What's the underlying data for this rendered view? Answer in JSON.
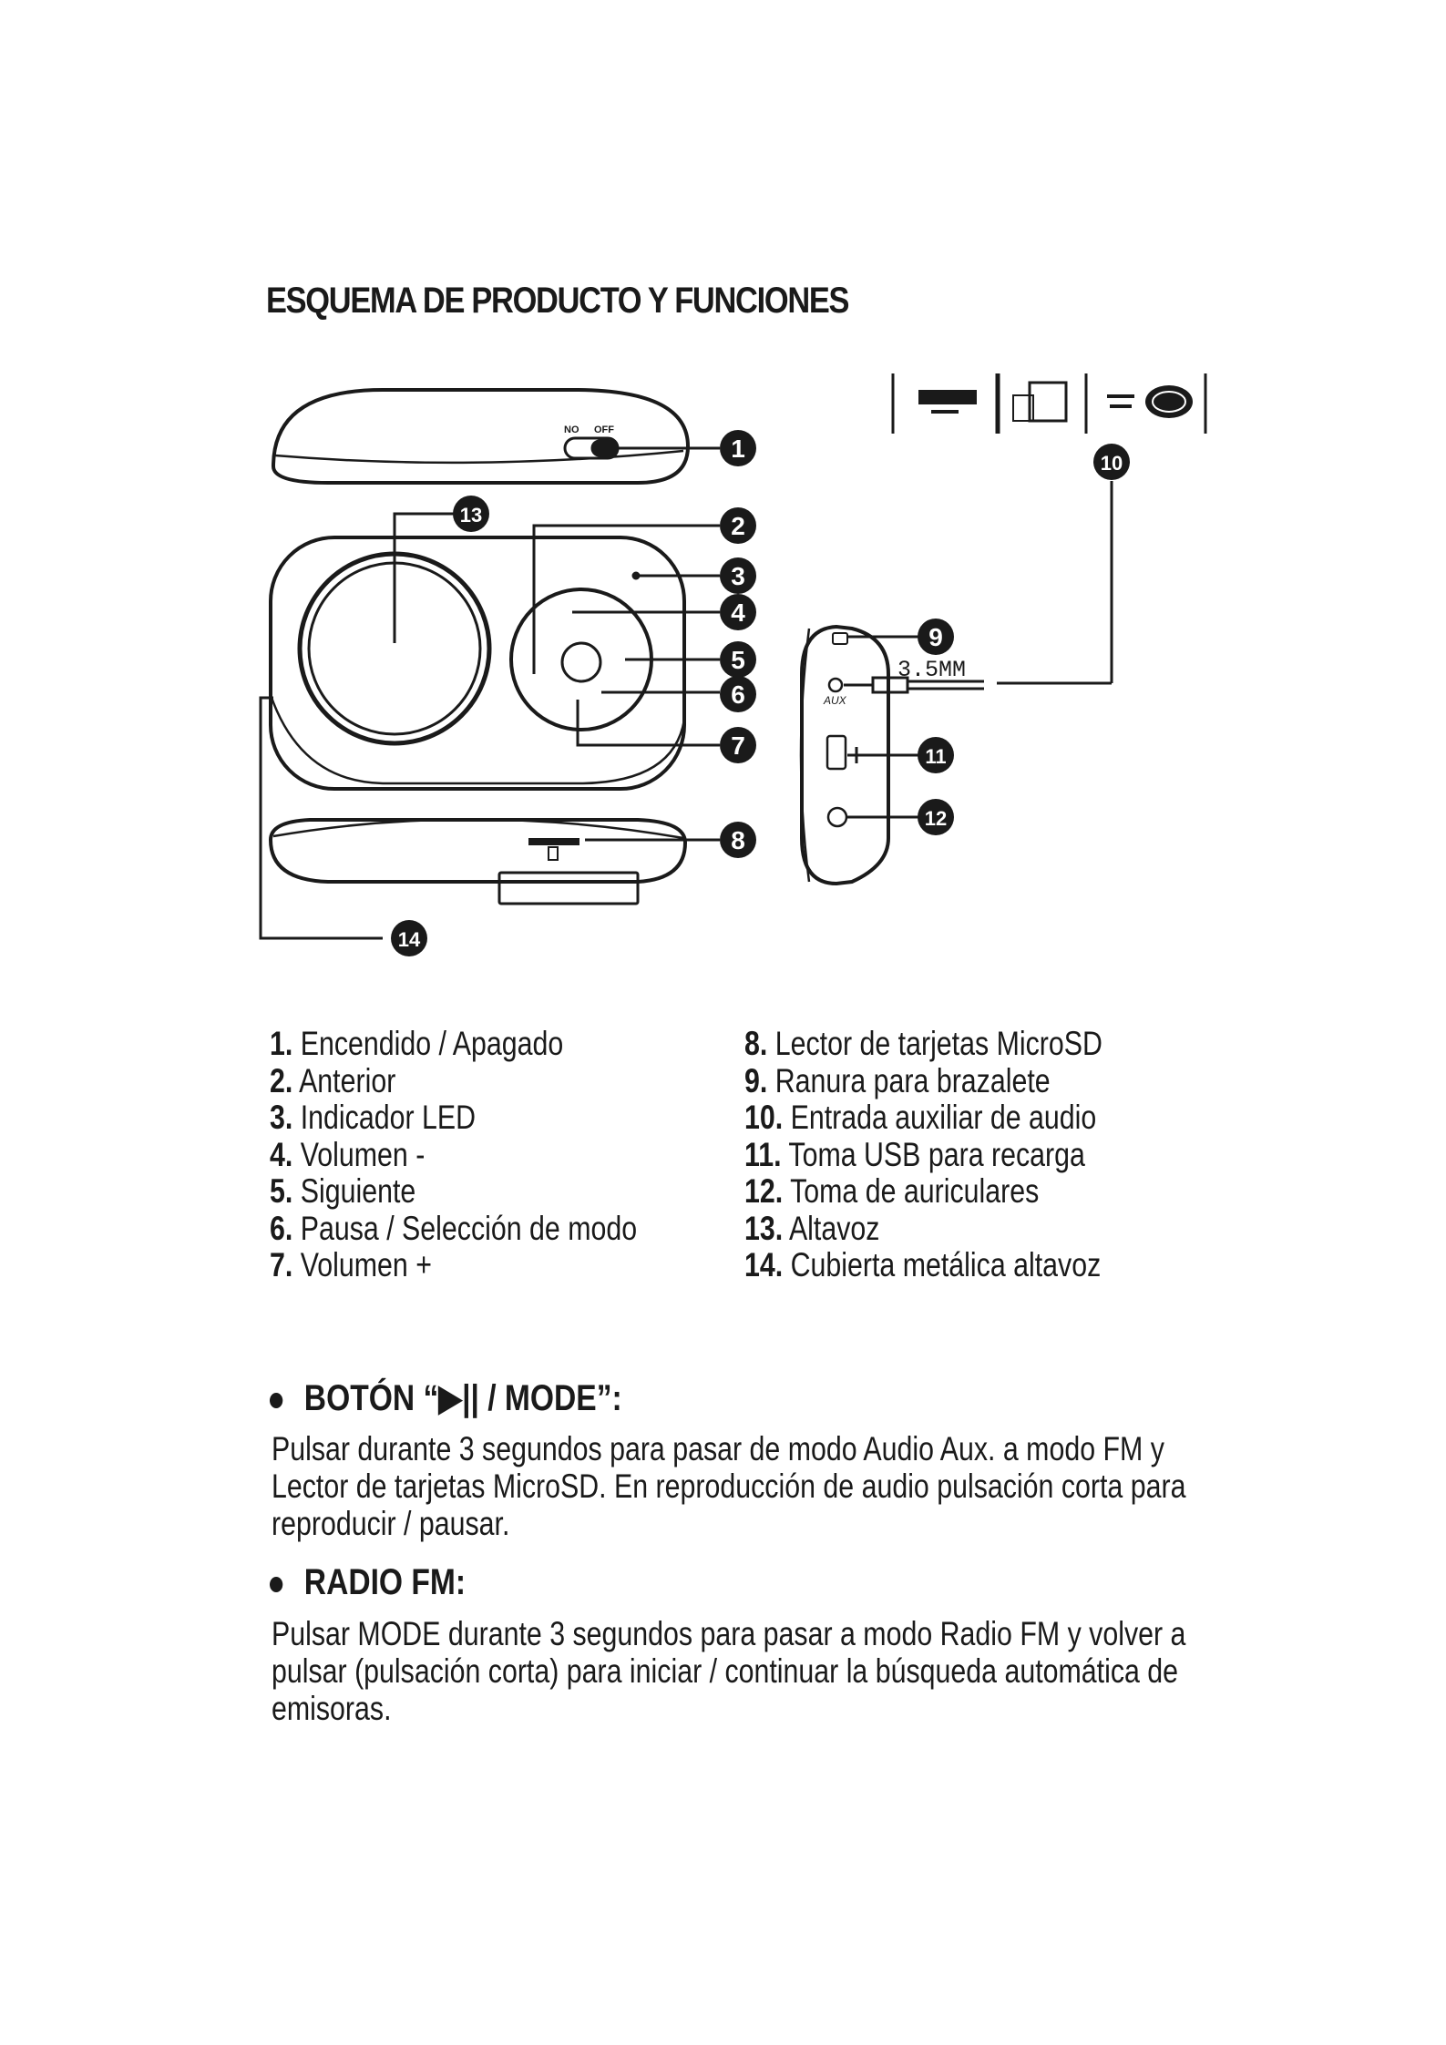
{
  "title": "ESQUEMA DE PRODUCTO Y FUNCIONES",
  "diagram": {
    "switch_on": "NO",
    "switch_off": "OFF",
    "jack_label": "3.5MM",
    "aux_label": "AUX",
    "callouts": [
      "1",
      "2",
      "3",
      "4",
      "5",
      "6",
      "7",
      "8",
      "9",
      "10",
      "11",
      "12",
      "13",
      "14"
    ]
  },
  "legend_left": [
    {
      "num": "1.",
      "text": "Encendido / Apagado"
    },
    {
      "num": "2.",
      "text": "Anterior"
    },
    {
      "num": "3.",
      "text": "Indicador LED"
    },
    {
      "num": "4.",
      "text": "Volumen -"
    },
    {
      "num": "5.",
      "text": "Siguiente"
    },
    {
      "num": "6.",
      "text": "Pausa / Selección de modo"
    },
    {
      "num": "7.",
      "text": "Volumen +"
    }
  ],
  "legend_right": [
    {
      "num": "8.",
      "text": "Lector de tarjetas MicroSD"
    },
    {
      "num": "9.",
      "text": "Ranura para brazalete"
    },
    {
      "num": "10.",
      "text": "Entrada auxiliar de audio"
    },
    {
      "num": "11.",
      "text": "Toma USB para recarga"
    },
    {
      "num": "12.",
      "text": "Toma de auriculares"
    },
    {
      "num": "13.",
      "text": "Altavoz"
    },
    {
      "num": "14.",
      "text": "Cubierta metálica altavoz"
    }
  ],
  "sections": [
    {
      "heading": "BOTÓN “▶|| / MODE”:",
      "body": "Pulsar durante 3 segundos para pasar de modo Audio Aux. a modo FM y Lector de tarjetas MicroSD. En reproducción de audio pulsación corta para reproducir / pausar."
    },
    {
      "heading": "RADIO FM:",
      "body": "Pulsar MODE durante 3 segundos para pasar a modo Radio FM y volver a pulsar (pulsación corta) para iniciar / continuar la búsqueda automática de emisoras."
    }
  ]
}
